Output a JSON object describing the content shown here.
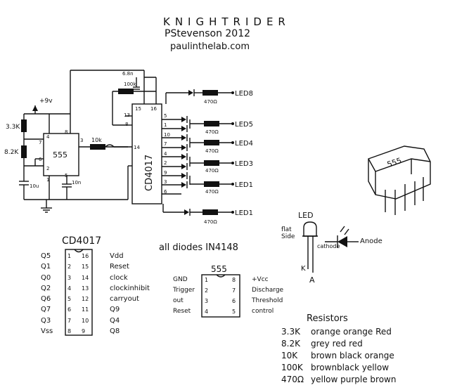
{
  "title": {
    "heading": "KNIGHTRIDER",
    "author": "PStevenson 2012",
    "site": "paulinthelab.com"
  },
  "circuit": {
    "supply_label": "+9v",
    "timer_label": "555",
    "counter_label": "CD4017",
    "cap_68n": "6.8n",
    "res_100k": "100k",
    "res_10k": "10k",
    "res_3k3": "3.3K",
    "res_8k2": "8.2K",
    "cap_10u": "10u",
    "cap_10n": "10n",
    "timer_pins": [
      "4",
      "8",
      "7",
      "6",
      "2",
      "3",
      "1",
      "5"
    ],
    "counter_top_pins": [
      "15",
      "16",
      "13",
      "8",
      "14"
    ],
    "counter_out_pins": [
      "5",
      "1",
      "10",
      "7",
      "4",
      "2",
      "9",
      "3",
      "6"
    ],
    "led_resistor": "470Ω",
    "led_labels": [
      "LED8",
      "LED5",
      "LED4",
      "LED3",
      "LED1",
      "LED1"
    ]
  },
  "diodes_note": "all diodes IN4148",
  "cd4017_pinout": {
    "title": "CD4017",
    "left_labels": [
      "Q5",
      "Q1",
      "Q0",
      "Q2",
      "Q6",
      "Q7",
      "Q3",
      "Vss"
    ],
    "left_numbers": [
      "1",
      "2",
      "3",
      "4",
      "5",
      "6",
      "7",
      "8"
    ],
    "right_numbers": [
      "16",
      "15",
      "14",
      "13",
      "12",
      "11",
      "10",
      "9"
    ],
    "right_labels": [
      "Vdd",
      "Reset",
      "clock",
      "clockinhibit",
      "carryout",
      "Q9",
      "Q4",
      "Q8"
    ]
  },
  "pinout_555": {
    "title": "555",
    "left_labels": [
      "GND",
      "Trigger",
      "out",
      "Reset"
    ],
    "left_numbers": [
      "1",
      "2",
      "3",
      "4"
    ],
    "right_numbers": [
      "8",
      "7",
      "6",
      "5"
    ],
    "right_labels": [
      "+Vcc",
      "Discharge",
      "Threshold",
      "control"
    ]
  },
  "chip_555_label": "555",
  "led_diagram": {
    "title": "LED",
    "flat_side": "flat\nSide",
    "k_label": "K",
    "a_label": "A",
    "cathode_label": "cathode",
    "anode_label": "Anode"
  },
  "resistors": {
    "title": "Resistors",
    "values": [
      "3.3K",
      "8.2K",
      "10K",
      "100K",
      "470Ω"
    ],
    "colors": [
      "orange orange Red",
      "grey red red",
      "brown black orange",
      "brownblack yellow",
      "yellow purple brown"
    ]
  }
}
